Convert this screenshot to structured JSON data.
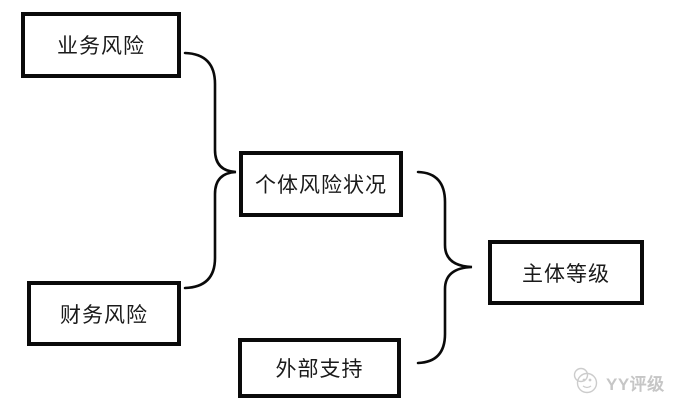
{
  "diagram": {
    "nodes": [
      {
        "id": "business-risk",
        "label": "业务风险"
      },
      {
        "id": "financial-risk",
        "label": "财务风险"
      },
      {
        "id": "individual-risk",
        "label": "个体风险状况"
      },
      {
        "id": "external-support",
        "label": "外部支持"
      },
      {
        "id": "entity-rating",
        "label": "主体等级"
      }
    ],
    "connections": [
      {
        "from": [
          "business-risk",
          "financial-risk"
        ],
        "to": "individual-risk",
        "connector": "curly-brace"
      },
      {
        "from": [
          "individual-risk",
          "external-support"
        ],
        "to": "entity-rating",
        "connector": "curly-brace"
      }
    ]
  },
  "watermark": {
    "label": "YY评级",
    "icon": "yy-logo-icon"
  },
  "colors": {
    "line": "#0a0a0a",
    "text": "#1a1a1a",
    "background": "#ffffff",
    "watermark": "#c6c6c6"
  }
}
